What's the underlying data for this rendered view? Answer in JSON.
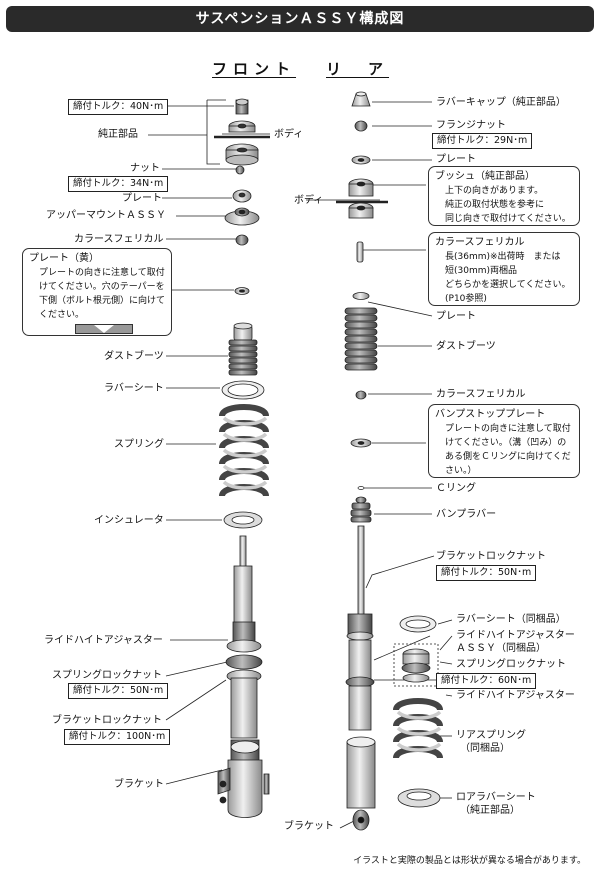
{
  "title": "サスペンションＡＳＳＹ構成図",
  "headers": {
    "front": "フロント",
    "rear": "リ　ア"
  },
  "front": {
    "torque_top": "締付トルク：40N･m",
    "genuine_parts": "純正部品",
    "body_label": "ボディ",
    "nut": "ナット",
    "torque_nut": "締付トルク：34N･m",
    "plate": "プレート",
    "upper_mount": "アッパーマウントＡＳＳＹ",
    "collar": "カラースフェリカル",
    "plate_yellow_note": {
      "title": "プレート（黄）",
      "lines": [
        "プレートの向きに注意して取付",
        "けてください。穴のテーパーを",
        "下側（ボルト根元側）に向けて",
        "ください。"
      ]
    },
    "dust_boot": "ダストブーツ",
    "rubber_seat": "ラバーシート",
    "spring": "スプリング",
    "insulator": "インシュレータ",
    "ride_height_adjuster": "ライドハイトアジャスター",
    "spring_lock_nut": "スプリングロックナット",
    "torque_spring_lock": "締付トルク：50N･m",
    "bracket_lock_nut": "ブラケットロックナット",
    "torque_bracket_lock": "締付トルク：100N･m",
    "bracket": "ブラケット"
  },
  "rear": {
    "rubber_cap": "ラバーキャップ（純正部品）",
    "flange_nut": "フランジナット",
    "torque_flange": "締付トルク：29N･m",
    "plate": "プレート",
    "body_label": "ボディ",
    "bush_note": {
      "title": "ブッシュ（純正部品）",
      "lines": [
        "上下の向きがあります。",
        "純正の取付状態を参考に",
        "同じ向きで取付けてください。"
      ]
    },
    "collar_note": {
      "title": "カラースフェリカル",
      "lines": [
        "長(36mm)※出荷時　または",
        "短(30mm)両梱品",
        "どちらかを選択してください。",
        "(P10参照)"
      ]
    },
    "plate2": "プレート",
    "dust_boot": "ダストブーツ",
    "collar": "カラースフェリカル",
    "bump_stop_note": {
      "title": "バンプストッププレート",
      "lines": [
        "プレートの向きに注意して取付",
        "けてください。（溝（凹み）の",
        "ある側をＣリングに向けてくだ",
        "さい。）"
      ]
    },
    "c_ring": "Ｃリング",
    "bump_rubber": "バンプラバー",
    "bracket_lock_nut": "ブラケットロックナット",
    "torque_bracket_lock": "締付トルク：50N･m",
    "rubber_seat": "ラバーシート（同梱品）",
    "ride_height_adjuster_assy": "ライドハイトアジャスター",
    "ride_height_adjuster_assy2": "ＡＳＳＹ（同梱品）",
    "spring_lock_nut": "スプリングロックナット",
    "torque_spring_lock": "締付トルク：60N･m",
    "ride_height_adjuster": "ライドハイトアジャスター",
    "rear_spring": "リアスプリング",
    "rear_spring_sub": "（同梱品）",
    "lower_rubber_seat": "ロアラバーシート",
    "lower_rubber_seat_sub": "（純正部品）",
    "bracket": "ブラケット"
  },
  "footer": "イラストと実際の製品とは形状が異なる場合があります。"
}
